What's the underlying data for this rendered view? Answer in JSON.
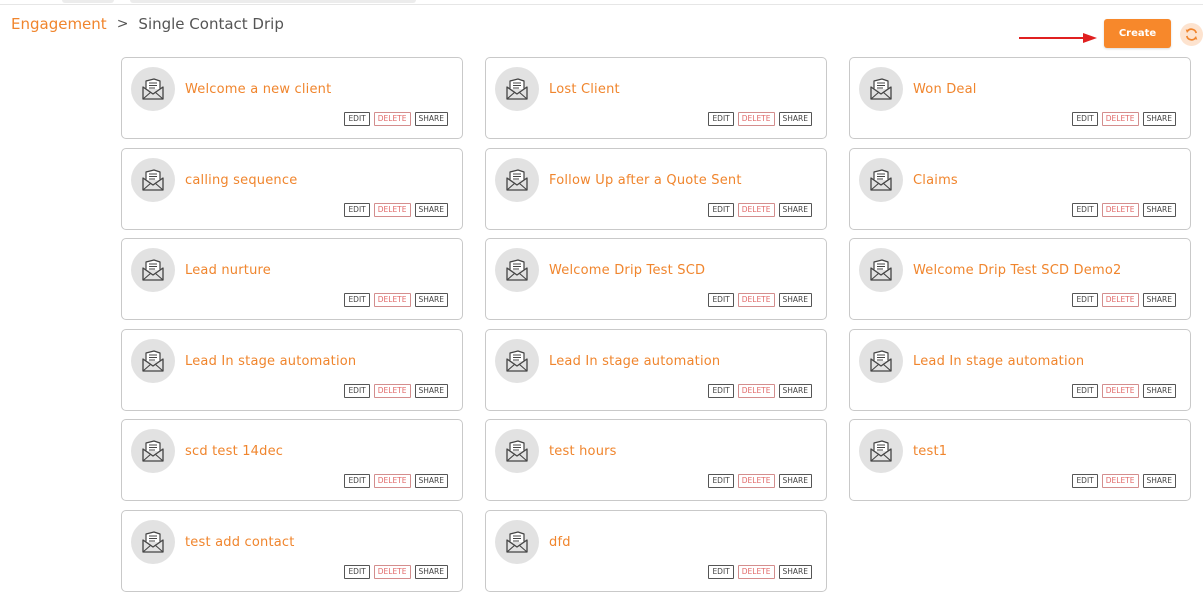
{
  "breadcrumb": {
    "root": "Engagement",
    "separator": ">",
    "current": "Single Contact Drip"
  },
  "header": {
    "create_label": "Create",
    "refresh_icon": "refresh-icon",
    "arrow_color": "#e02020"
  },
  "colors": {
    "accent": "#f0852d",
    "button": "#f7882b",
    "delete": "#e26a6a"
  },
  "card_actions": {
    "edit": "EDIT",
    "delete": "DELETE",
    "share": "SHARE"
  },
  "card_icon": "envelope-letter-icon",
  "cards": [
    {
      "title": "Welcome a new client"
    },
    {
      "title": "Lost Client"
    },
    {
      "title": "Won Deal"
    },
    {
      "title": "calling sequence"
    },
    {
      "title": "Follow Up after a Quote Sent"
    },
    {
      "title": "Claims"
    },
    {
      "title": "Lead nurture"
    },
    {
      "title": "Welcome Drip Test SCD"
    },
    {
      "title": "Welcome Drip Test SCD Demo2"
    },
    {
      "title": "Lead In stage automation"
    },
    {
      "title": "Lead In stage automation"
    },
    {
      "title": "Lead In stage automation"
    },
    {
      "title": "scd test 14dec"
    },
    {
      "title": "test hours"
    },
    {
      "title": "test1"
    },
    {
      "title": "test add contact"
    },
    {
      "title": "dfd"
    }
  ]
}
